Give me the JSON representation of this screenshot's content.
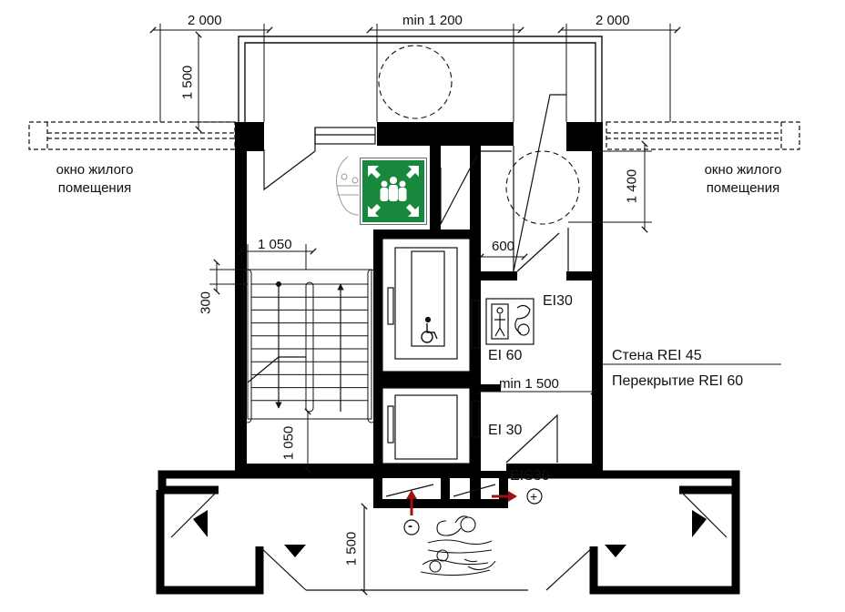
{
  "dimensions": {
    "top_left_width": "2 000",
    "top_center_width": "min 1 200",
    "top_right_width": "2 000",
    "left_vertical": "1 500",
    "right_vertical": "1 400",
    "stair_width": "1 050",
    "tread": "300",
    "landing": "1 050",
    "corridor_depth": "1 500",
    "gap_600": "600",
    "lift_hall_width": "min 1 500"
  },
  "labels": {
    "window_left_line1": "окно жилого",
    "window_left_line2": "помещения",
    "window_right_line1": "окно жилого",
    "window_right_line2": "помещения",
    "ei30_top": "EI30",
    "ei60": "EI 60",
    "ei30_mid": "EI 30",
    "eis30": "EIS30",
    "wall_rating": "Стена REI 45",
    "floor_rating": "Перекрытие REI 60"
  },
  "symbols": {
    "plus": "+",
    "minus": "-"
  },
  "colors": {
    "wall": "#000000",
    "sign_green": "#17883c",
    "arrow_red": "#a01010",
    "line": "#111111"
  },
  "icons": [
    "assembly-point-sign-icon",
    "wheelchair-icon",
    "fire-equipment-icon",
    "wheelchair-users-icon",
    "pressure-arrow-icon"
  ]
}
